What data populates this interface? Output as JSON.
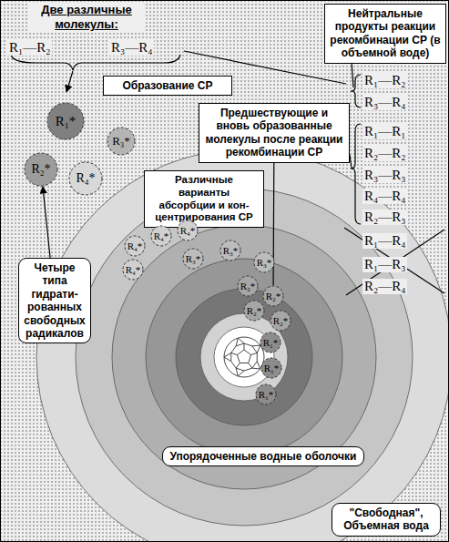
{
  "diagram": {
    "title": "Две различные молекулы:",
    "nodes": [
      {
        "text": [
          "Нейтральные продукты реакции рекомбинации СР (в объемной воде)"
        ]
      },
      {
        "text": [
          "Образование СР"
        ]
      },
      {
        "text": [
          "R₁*"
        ]
      },
      {
        "text": [
          "R₃*"
        ]
      },
      {
        "text": [
          "Предшествующие и вновь образованные молекулы после реакции рекомбинации СР"
        ]
      },
      {
        "text": [
          "R₂*"
        ]
      },
      {
        "text": [
          "R₄*"
        ]
      },
      {
        "text": [
          "Различные варианты абсорбции и кон- центрирования СР"
        ]
      },
      {
        "text": [
          "R₄*"
        ]
      },
      {
        "text": [
          "R₄*"
        ]
      },
      {
        "text": [
          "R₄*"
        ]
      },
      {
        "text": [
          "R₄*"
        ]
      },
      {
        "text": [
          "R₃*"
        ]
      },
      {
        "text": [
          "R₃*"
        ]
      },
      {
        "text": [
          "R₃*"
        ]
      },
      {
        "text": [
          "R₂*"
        ]
      },
      {
        "text": [
          "R₂*"
        ]
      },
      {
        "text": [
          "R₂*"
        ]
      },
      {
        "text": [
          "R₂*"
        ]
      },
      {
        "text": [
          "R₁*"
        ]
      },
      {
        "text": [
          "R₁*"
        ]
      },
      {
        "text": [
          "R₁*"
        ]
      },
      {
        "text": [
          "Четыре типа гидрати- рованных свободных радикалов"
        ]
      },
      {
        "text": [
          "Упорядоченные водные оболочки"
        ]
      },
      {
        "text": [
          "\"Свободная\", Объемная вода"
        ]
      }
    ],
    "edges": [
      {
        "from": 22,
        "to": 5,
        "arrow": "to"
      },
      {
        "from": 7,
        "to": 10,
        "arrow": "none"
      },
      {
        "from": 4,
        "to": 16,
        "arrow": "none"
      }
    ],
    "labels": [
      "R₁—R₂",
      "R₃—R₄",
      "R₁—R₂",
      "R₃—R₄",
      "R₁—R₁",
      "R₂—R₂",
      "R₃—R₃",
      "R₄—R₄",
      "R₂—R₃",
      "R₁—R₄",
      "R₁—R₃",
      "R₂—R₄"
    ]
  }
}
